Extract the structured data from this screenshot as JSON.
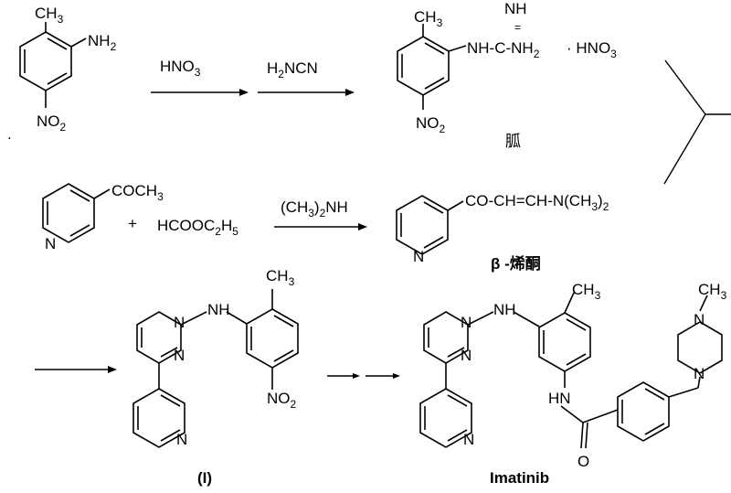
{
  "labels": {
    "sm1_ch3": "CH3",
    "sm1_nh2": "NH2",
    "sm1_no2": "NO2",
    "dot": ".",
    "reagent1": "HNO3",
    "reagent2": "H2NCN",
    "guan_ch3": "CH3",
    "guan_nh": "NH",
    "guan_eq": "=",
    "guan_chain": "NH-C-NH2",
    "guan_salt": "· HNO3",
    "guan_no2": "NO2",
    "guan_name": "胍",
    "acetyl_group": "COCH3",
    "acetyl_n": "N",
    "plus": "+",
    "formate": "HCOOC2H5",
    "dimethylamine": "(CH3)2NH",
    "enaminone_chain": "CO-CH=CH-N(CH3)2",
    "enaminone_n": "N",
    "enaminone_name": "β -烯酮",
    "int_ch3": "CH3",
    "int_nh": "NH",
    "int_n1": "N",
    "int_n2": "N",
    "int_pyr_n": "N",
    "int_no2": "NO2",
    "int_name": "(I)",
    "ima_ch3": "CH3",
    "ima_nh": "NH",
    "ima_n1": "N",
    "ima_n2": "N",
    "ima_pyr_n": "N",
    "ima_amide_nh": "HN",
    "ima_o": "O",
    "ima_pip_n1": "N",
    "ima_pip_n2": "N",
    "ima_pip_me": "CH3",
    "ima_name": "Imatinib"
  }
}
